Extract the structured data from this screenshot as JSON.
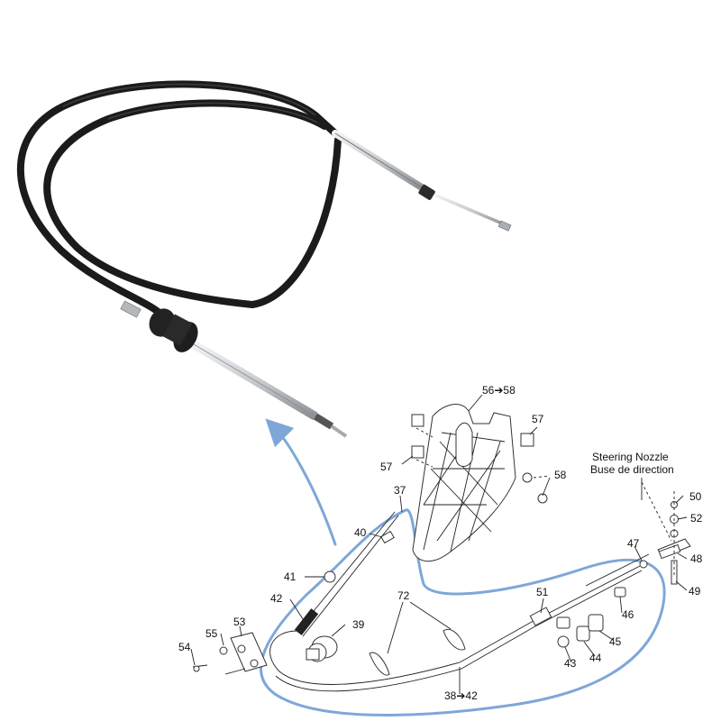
{
  "colors": {
    "cable_black": "#1b1b1b",
    "steel": "#c9ccd0",
    "outline_blue": "#7ea7d8",
    "line_ink": "#222222"
  },
  "header": {
    "title_en": "Steering Nozzle",
    "title_fr": "Buse de direction"
  },
  "callouts": {
    "c56_58": "56➔58",
    "c57a": "57",
    "c57b": "57",
    "c58": "58",
    "c37": "37",
    "c40": "40",
    "c41": "41",
    "c42": "42",
    "c39": "39",
    "c72": "72",
    "c51": "51",
    "c47": "47",
    "c50": "50",
    "c52": "52",
    "c48": "48",
    "c49": "49",
    "c46": "46",
    "c45": "45",
    "c44": "44",
    "c43": "43",
    "c55": "55",
    "c53": "53",
    "c54": "54",
    "c38_42": "38➔42"
  }
}
